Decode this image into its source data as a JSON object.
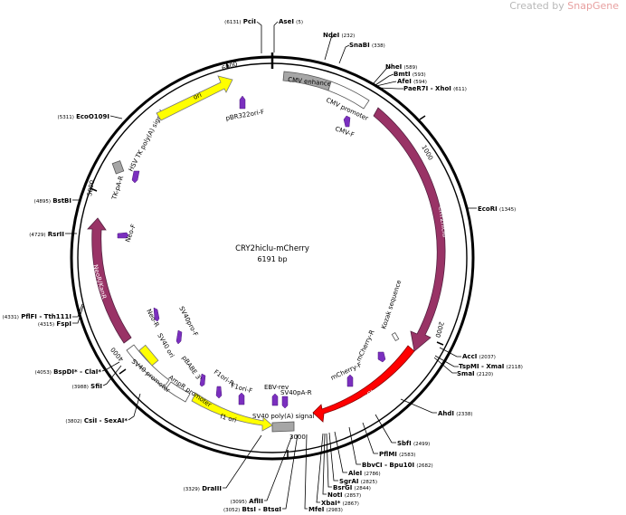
{
  "watermark": {
    "prefix": "Created by",
    "brand": "SnapGene"
  },
  "plasmid": {
    "name": "CRY2hiclu-mCherry",
    "length": "6191 bp"
  },
  "ticks": [
    "1000",
    "2000",
    "3000",
    "4000",
    "5000",
    "6000"
  ],
  "sites": [
    {
      "name": "AseI",
      "pos": "(5)"
    },
    {
      "name": "PciI",
      "pos": "(6131)"
    },
    {
      "name": "NdeI",
      "pos": "(232)"
    },
    {
      "name": "SnaBI",
      "pos": "(338)"
    },
    {
      "name": "NheI",
      "pos": "(589)"
    },
    {
      "name": "BmtI",
      "pos": "(593)"
    },
    {
      "name": "AfeI",
      "pos": "(594)"
    },
    {
      "name": "PaeR7I - XhoI",
      "pos": "(611)"
    },
    {
      "name": "EcoRI",
      "pos": "(1345)"
    },
    {
      "name": "AccI",
      "pos": "(2037)"
    },
    {
      "name": "TspMI - XmaI",
      "pos": "(2118)"
    },
    {
      "name": "SmaI",
      "pos": "(2120)"
    },
    {
      "name": "AhdI",
      "pos": "(2338)"
    },
    {
      "name": "SbfI",
      "pos": "(2499)"
    },
    {
      "name": "PflMI",
      "pos": "(2583)"
    },
    {
      "name": "BbvCI - Bpu10I",
      "pos": "(2682)"
    },
    {
      "name": "AleI",
      "pos": "(2786)"
    },
    {
      "name": "SgrAI",
      "pos": "(2825)"
    },
    {
      "name": "BsrGI",
      "pos": "(2844)"
    },
    {
      "name": "NotI",
      "pos": "(2857)"
    },
    {
      "name": "XbaI*",
      "pos": "(2867)"
    },
    {
      "name": "MfeI",
      "pos": "(2983)"
    },
    {
      "name": "BtsI - BtsαI",
      "pos": "(3052)"
    },
    {
      "name": "AflII",
      "pos": "(3095)"
    },
    {
      "name": "DraIII",
      "pos": "(3329)"
    },
    {
      "name": "CsiI - SexAI*",
      "pos": "(3802)"
    },
    {
      "name": "SfiI",
      "pos": "(3988)"
    },
    {
      "name": "BspDI* - ClaI*",
      "pos": "(4053)"
    },
    {
      "name": "FspI",
      "pos": "(4315)"
    },
    {
      "name": "PflFI - Tth111I",
      "pos": "(4331)"
    },
    {
      "name": "RsrII",
      "pos": "(4729)"
    },
    {
      "name": "BstBI",
      "pos": "(4895)"
    },
    {
      "name": "EcoO109I",
      "pos": "(5311)"
    }
  ],
  "features": [
    {
      "label": "CMV enhancer",
      "color": "#a6a6a6"
    },
    {
      "label": "CMV promoter",
      "color": "#ffffff"
    },
    {
      "label": "CRY2hiclu",
      "color": "#993366"
    },
    {
      "label": "Kozak sequence",
      "color": "#ffffff"
    },
    {
      "label": "mCherry",
      "color": "#ff0000"
    },
    {
      "label": "SV40 poly(A) signal",
      "color": "#a6a6a6"
    },
    {
      "label": "f1 ori",
      "color": "#ffff00"
    },
    {
      "label": "AmpR promoter",
      "color": "#ffffff"
    },
    {
      "label": "SV40 promoter",
      "color": "#ffffff"
    },
    {
      "label": "SV40 ori",
      "color": "#ffff00"
    },
    {
      "label": "NeoR/KanR",
      "color": "#993366"
    },
    {
      "label": "HSV TK poly(A) signal",
      "color": "#a6a6a6"
    },
    {
      "label": "ori",
      "color": "#ffff00"
    }
  ],
  "primers": [
    {
      "label": "pBR322ori-F"
    },
    {
      "label": "CMV-F"
    },
    {
      "label": "TK-pA-R"
    },
    {
      "label": "Neo-F"
    },
    {
      "label": "Neo-R"
    },
    {
      "label": "SV40pro-F"
    },
    {
      "label": "pBABE 3'"
    },
    {
      "label": "F1ori-R"
    },
    {
      "label": "F1ori-F"
    },
    {
      "label": "EBV-rev"
    },
    {
      "label": "SV40pA-R"
    },
    {
      "label": "mCherry-F"
    },
    {
      "label": "mCherry-R"
    }
  ],
  "colors": {
    "primer": "#7b2fbf",
    "ring": "#000000"
  }
}
